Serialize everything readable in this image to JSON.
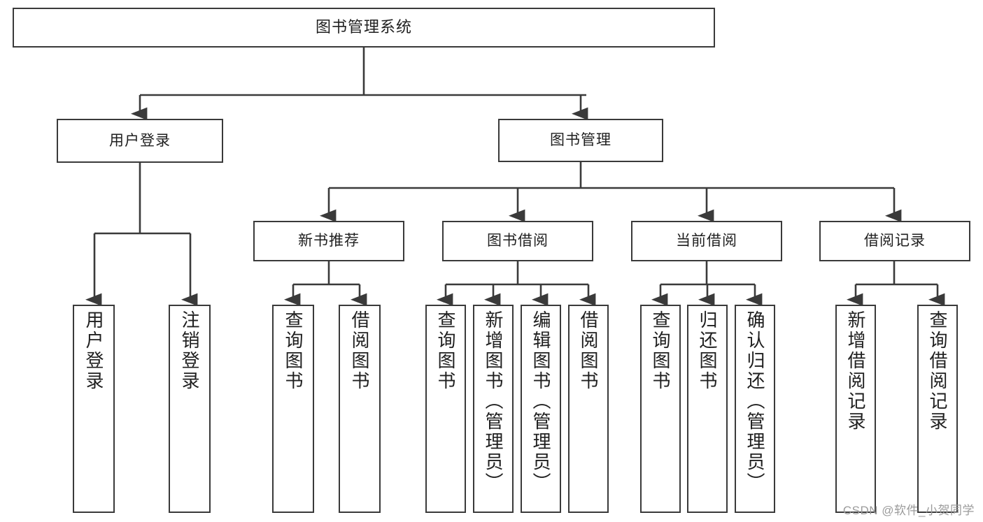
{
  "diagram": {
    "title": "图书管理系统",
    "type": "tree-hierarchy-chart",
    "line_color": "#3a3a3a",
    "box_fill": "#ffffff",
    "text_color": "#1f1f1f"
  },
  "root": {
    "label": "图书管理系统"
  },
  "level2": [
    {
      "label": "用户登录"
    },
    {
      "label": "图书管理"
    }
  ],
  "level3": [
    {
      "label": "新书推荐"
    },
    {
      "label": "图书借阅"
    },
    {
      "label": "当前借阅"
    },
    {
      "label": "借阅记录"
    }
  ],
  "leaves": {
    "user_login": [
      {
        "label": "用户登录"
      },
      {
        "label": "注销登录"
      }
    ],
    "new_book_recommend": [
      {
        "label": "查询图书"
      },
      {
        "label": "借阅图书"
      }
    ],
    "book_borrow": [
      {
        "label": "查询图书"
      },
      {
        "label": "新增图书（管理员）"
      },
      {
        "label": "编辑图书（管理员）"
      },
      {
        "label": "借阅图书"
      }
    ],
    "current_borrow": [
      {
        "label": "查询图书"
      },
      {
        "label": "归还图书"
      },
      {
        "label": "确认归还（管理员）"
      }
    ],
    "borrow_record": [
      {
        "label": "新增借阅记录"
      },
      {
        "label": "查询借阅记录"
      }
    ]
  },
  "watermark": {
    "text": "CSDN @软件_小贺同学"
  }
}
